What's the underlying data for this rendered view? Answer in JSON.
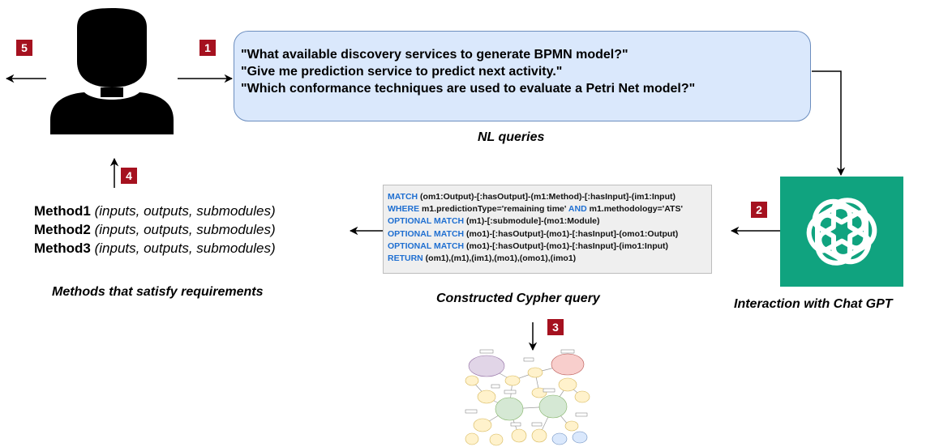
{
  "badges": {
    "b1": "1",
    "b2": "2",
    "b3": "3",
    "b4": "4",
    "b5": "5"
  },
  "nl_queries": {
    "lines": [
      "\"What available discovery services to generate BPMN model?\"",
      "\"Give me prediction service to predict next activity.\"",
      "\"Which conformance techniques are used to evaluate a Petri Net model?\""
    ],
    "caption": "NL queries"
  },
  "cypher": {
    "lines": [
      {
        "kw": "MATCH",
        "rest": " (om1:Output)-[:hasOutput]-(m1:Method)-[:hasInput]-(im1:Input)"
      },
      {
        "kw": "WHERE",
        "rest": "  m1.predictionType='remaining time'",
        "kw2": " AND",
        "rest2": " m1.methodology='ATS'"
      },
      {
        "kw": "OPTIONAL MATCH",
        "rest": " (m1)-[:submodule]-(mo1:Module)"
      },
      {
        "kw": "OPTIONAL MATCH",
        "rest": " (mo1)-[:hasOutput]-(mo1)-[:hasInput]-(omo1:Output)"
      },
      {
        "kw": "OPTIONAL MATCH",
        "rest": " (mo1)-[:hasOutput]-(mo1)-[:hasInput]-(imo1:Input)"
      },
      {
        "kw": "RETURN",
        "rest": " (om1),(m1),(im1),(mo1),(omo1),(imo1)"
      }
    ],
    "caption": "Constructed Cypher query"
  },
  "gpt": {
    "caption": "Interaction with Chat GPT",
    "icon": "chatgpt-logo-icon"
  },
  "methods": {
    "rows": [
      {
        "name": "Method1",
        "params": " (inputs, outputs, submodules)"
      },
      {
        "name": "Method2",
        "params": " (inputs, outputs, submodules)"
      },
      {
        "name": "Method3",
        "params": " (inputs, outputs, submodules)"
      }
    ],
    "caption": "Methods that satisfy requirements"
  },
  "colors": {
    "query_fill": "#dae8fc",
    "query_border": "#6c8ebf",
    "gpt_green": "#10a37f",
    "badge_red": "#a5111f",
    "keyword_blue": "#1f6fd1"
  }
}
